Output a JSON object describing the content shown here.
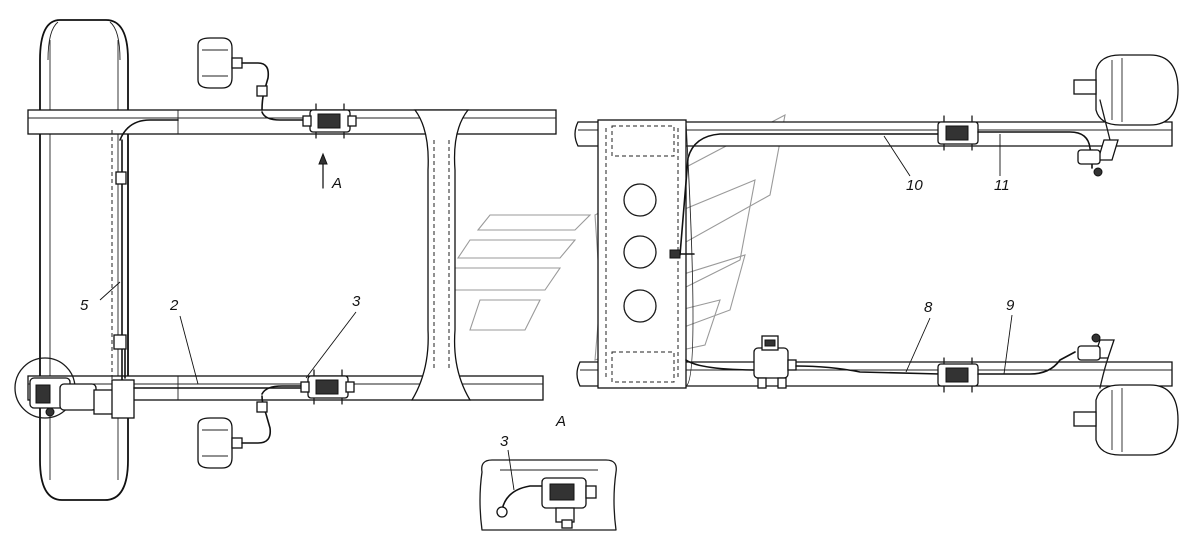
{
  "callouts": {
    "c2": "2",
    "c3": "3",
    "c5": "5",
    "c8": "8",
    "c9": "9",
    "c10": "10",
    "c11": "11"
  },
  "view_marks": {
    "arrow_top": "A",
    "section_bottom": "A"
  },
  "inset": {
    "callout": "3"
  }
}
